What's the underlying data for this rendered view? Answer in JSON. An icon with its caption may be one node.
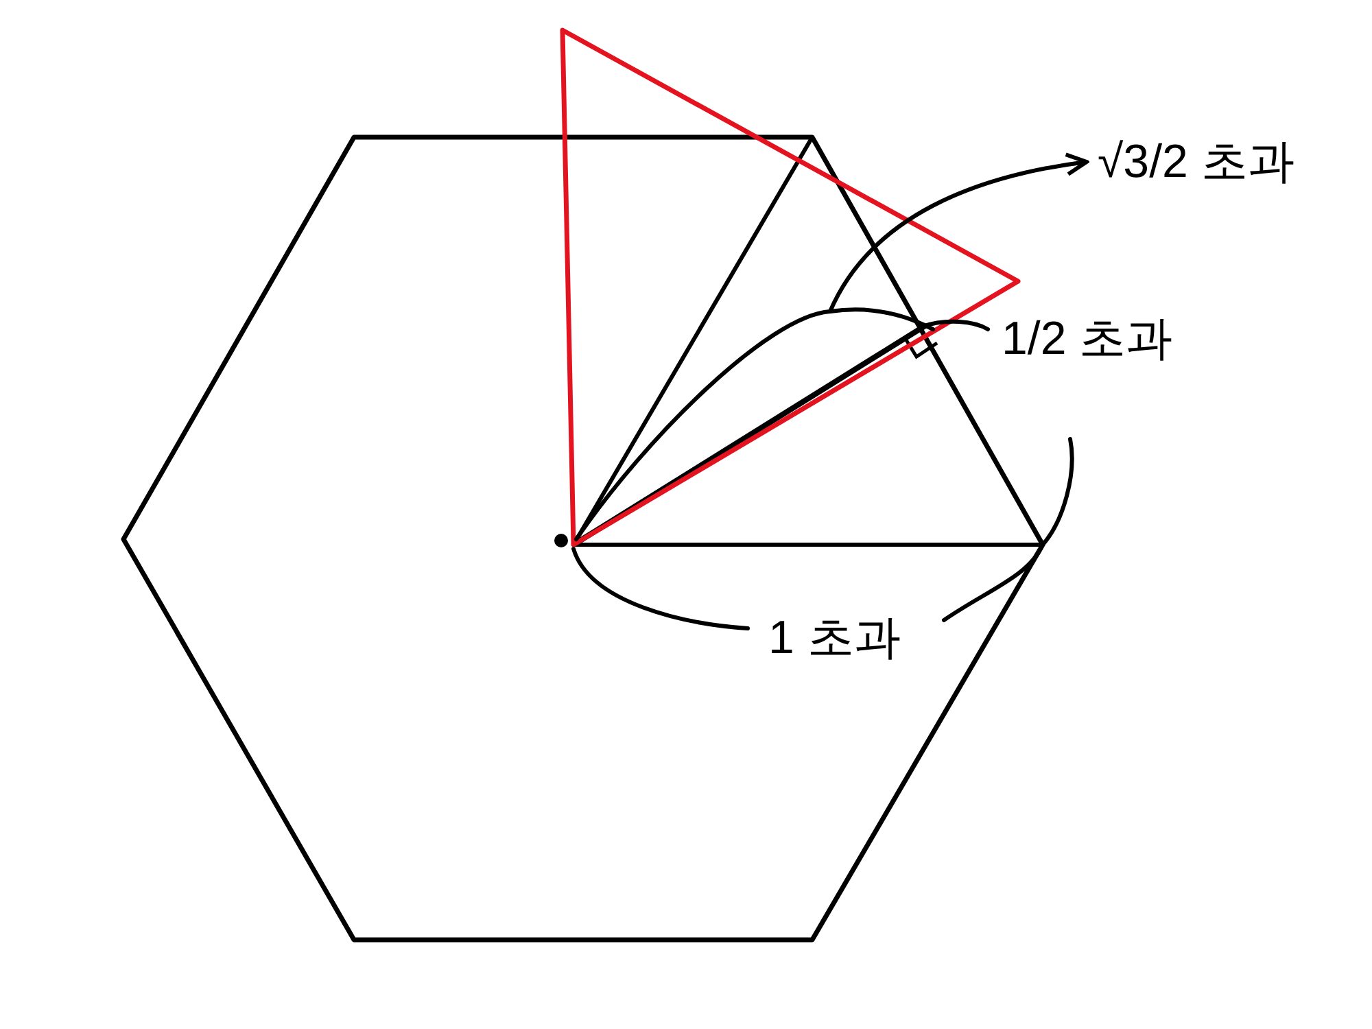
{
  "diagram": {
    "nodes": [
      {
        "text": [
          "√3/2 초과"
        ]
      },
      {
        "text": [],
        "shape": "bracket"
      }
    ],
    "edges": [
      {
        "from": 1,
        "to": 0,
        "arrow": "to"
      }
    ],
    "labels": [
      "1/2 초과",
      "1 초과"
    ]
  }
}
